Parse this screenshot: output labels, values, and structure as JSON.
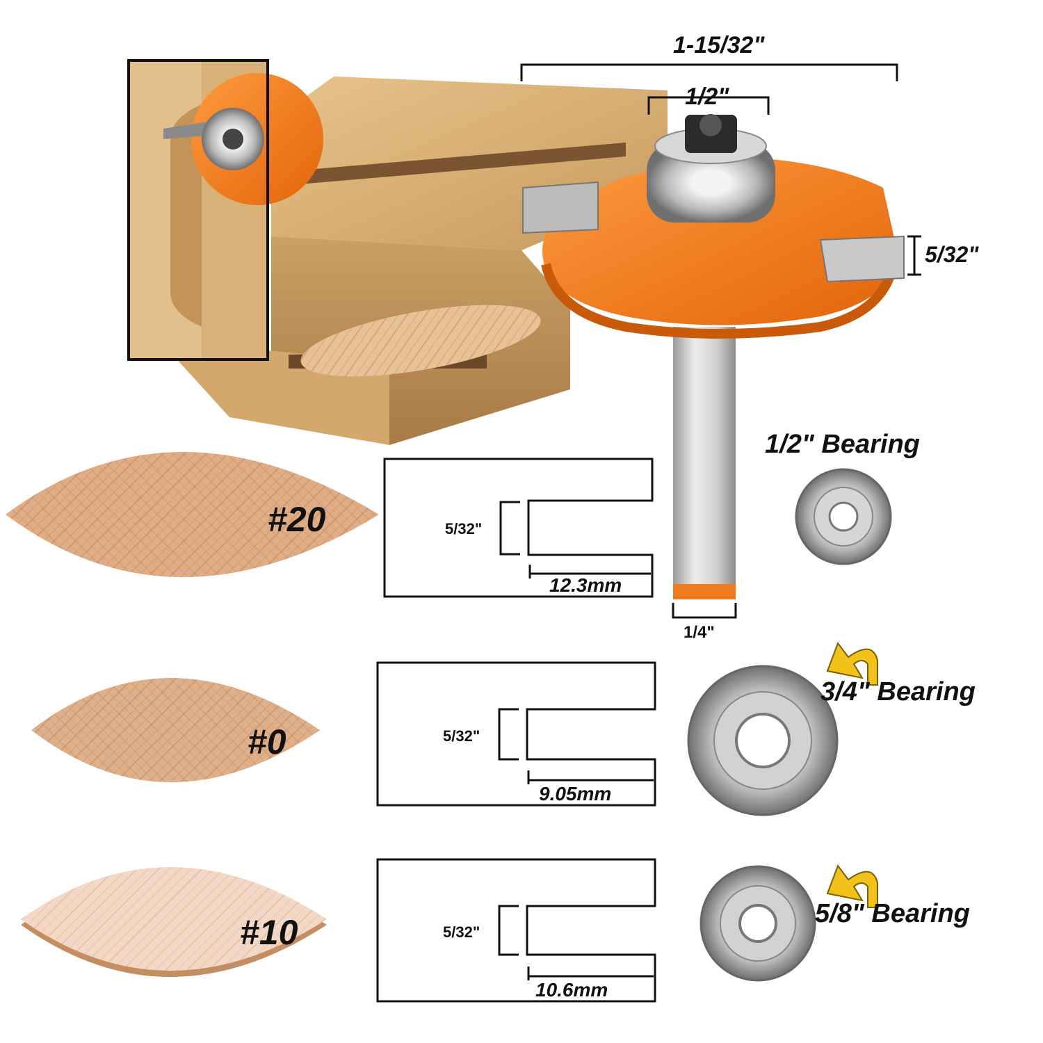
{
  "dimensions": {
    "overall_diameter": "1-15/32\"",
    "bearing_top": "1/2\"",
    "cut_height": "5/32\"",
    "shank": "1/4\""
  },
  "biscuits": [
    {
      "label": "#20",
      "stamp": "20",
      "slot_height": "5/32\"",
      "slot_depth": "12.3mm"
    },
    {
      "label": "#0",
      "stamp": "0",
      "slot_height": "5/32\"",
      "slot_depth": "9.05mm"
    },
    {
      "label": "#10",
      "stamp": "10",
      "slot_height": "5/32\"",
      "slot_depth": "10.6mm"
    }
  ],
  "bearings": [
    {
      "label": "1/2\" Bearing"
    },
    {
      "label": "3/4\" Bearing"
    },
    {
      "label": "5/8\" Bearing"
    }
  ],
  "colors": {
    "orange": "#f07a1e",
    "wood": "#d9b27a",
    "biscuit": "#e2b088",
    "steel": "#c8c8c8",
    "arrow": "#f2c21a"
  }
}
